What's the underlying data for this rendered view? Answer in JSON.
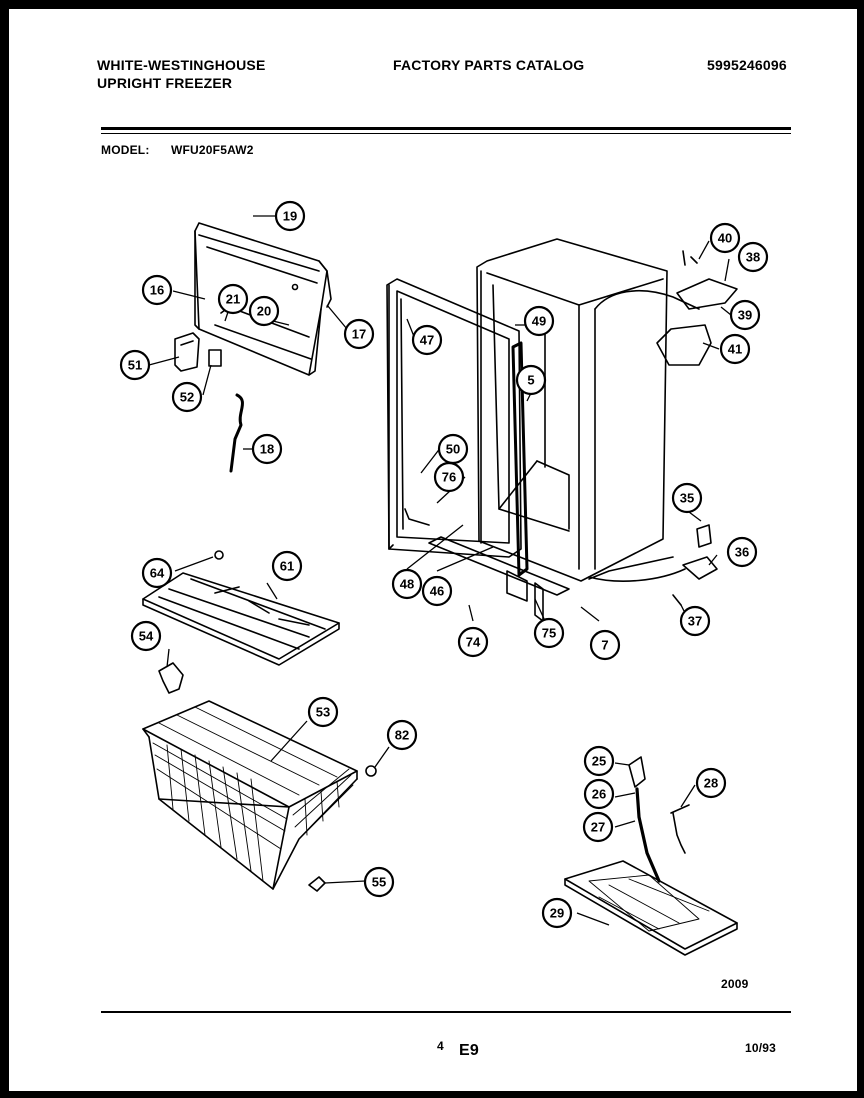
{
  "header": {
    "brand_line1": "WHITE-WESTINGHOUSE",
    "brand_line2": "UPRIGHT FREEZER",
    "catalog_title": "FACTORY PARTS CATALOG",
    "catalog_number": "5995246096",
    "model_label": "MODEL:",
    "model_value": "WFU20F5AW2"
  },
  "parts": [
    "19",
    "16",
    "21",
    "20",
    "17",
    "51",
    "52",
    "18",
    "47",
    "49",
    "5",
    "50",
    "76",
    "48",
    "46",
    "74",
    "75",
    "7",
    "40",
    "38",
    "39",
    "41",
    "35",
    "36",
    "37",
    "64",
    "61",
    "54",
    "53",
    "82",
    "55",
    "25",
    "26",
    "27",
    "28",
    "29"
  ],
  "footer": {
    "figure_code": "2009",
    "page_mark": "4",
    "page_code": "E9",
    "date": "10/93"
  }
}
